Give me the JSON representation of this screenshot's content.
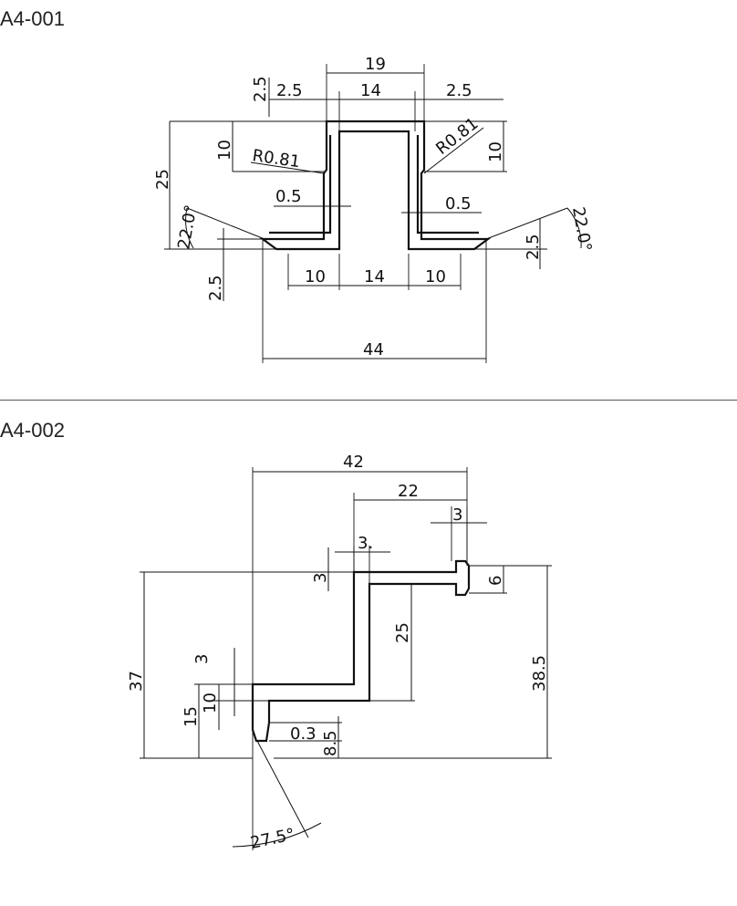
{
  "panels": [
    {
      "title": "A4-001",
      "dims": {
        "top_width": "19",
        "inner_width": "14",
        "lip_left": "2.5",
        "lip_right": "2.5",
        "wall_top": "2.5",
        "height_left": "10",
        "height_right": "10",
        "total_height": "25",
        "radius_left": "R0.81",
        "radius_right": "R0.81",
        "gap_left": "0.5",
        "gap_right": "0.5",
        "angle_left": "22.0°",
        "angle_right": "22.0°",
        "base_thick_left": "2.5",
        "base_thick_right": "2.5",
        "flange_left": "10",
        "bottom_inner": "14",
        "flange_right": "10",
        "overall_width": "44"
      }
    },
    {
      "title": "A4-002",
      "dims": {
        "overall_width": "42",
        "upper_width": "22",
        "end_thick": "3",
        "web_thick": "3.",
        "top_thick": "3",
        "end_height": "6",
        "mid_height": "25",
        "overall_height_right": "38.5",
        "overall_height_left": "37",
        "step_thick": "3",
        "lower_height": "10",
        "lower_total": "15",
        "lip_gap": "0.3",
        "lip_height": "8.5",
        "angle": "27.5°"
      }
    }
  ]
}
